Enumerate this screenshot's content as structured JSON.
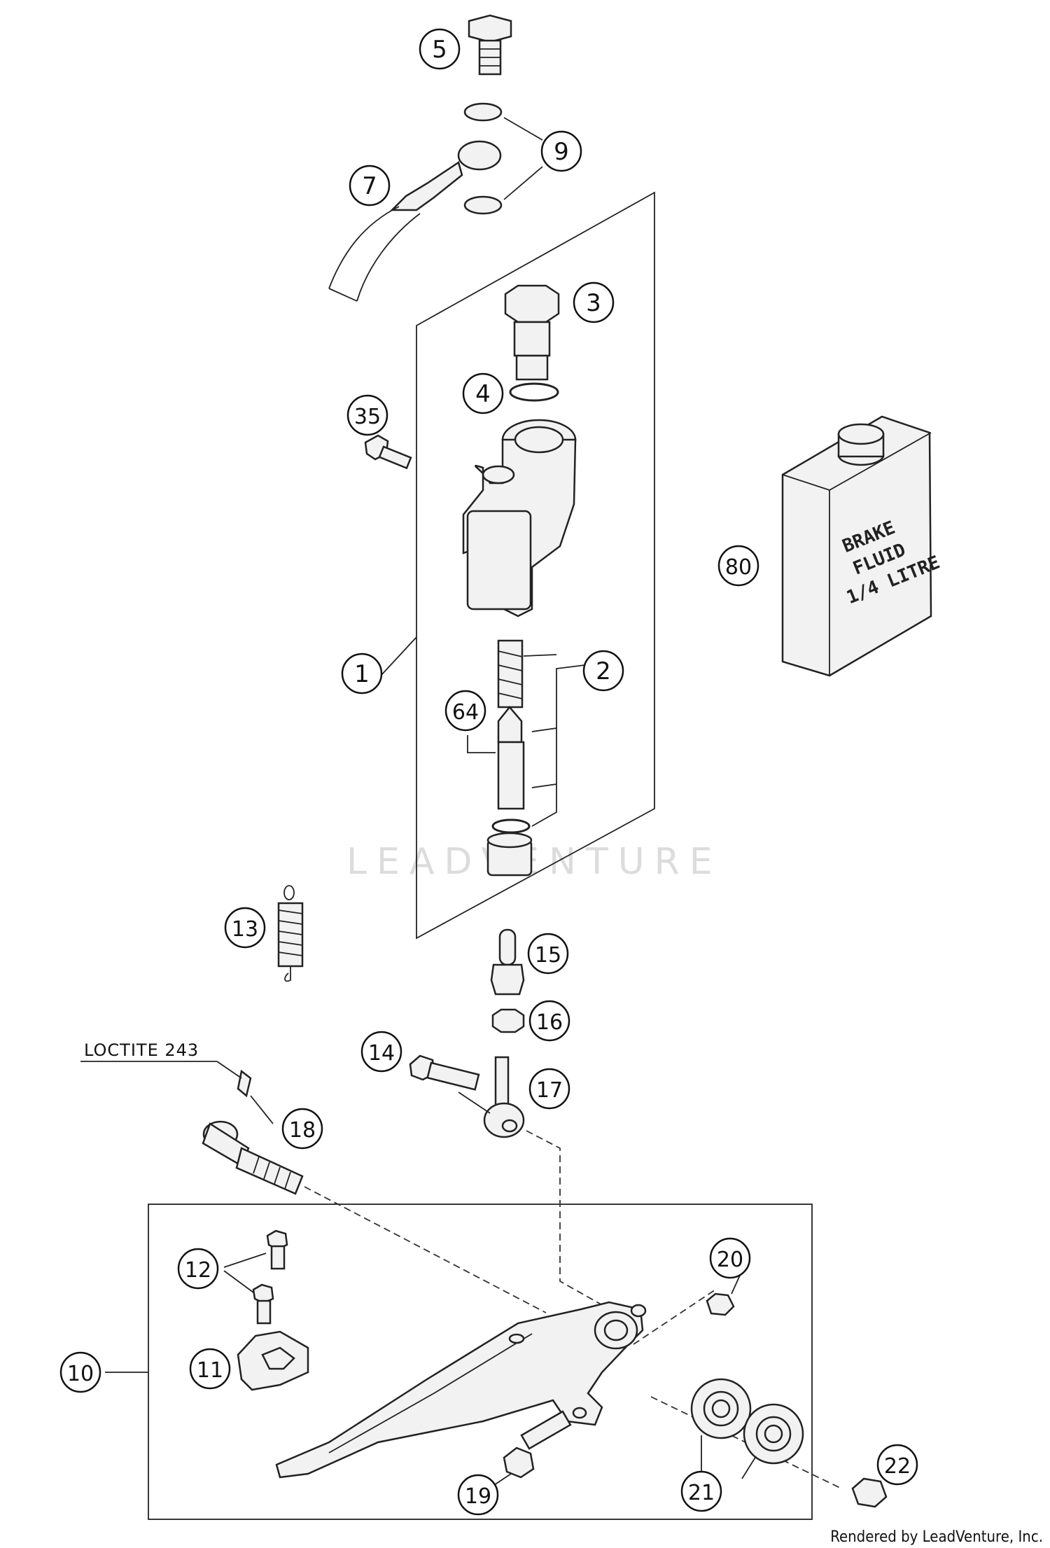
{
  "callouts": {
    "c5": "5",
    "c9": "9",
    "c7": "7",
    "c3": "3",
    "c4": "4",
    "c35": "35",
    "c80": "80",
    "c1": "1",
    "c2": "2",
    "c64": "64",
    "c13": "13",
    "c15": "15",
    "c16": "16",
    "c14": "14",
    "c17": "17",
    "c18": "18",
    "c12": "12",
    "c20": "20",
    "c10": "10",
    "c11": "11",
    "c19": "19",
    "c21": "21",
    "c22": "22"
  },
  "notes": {
    "loctite": "LOCTITE 243"
  },
  "fluid_label": {
    "line1": "BRAKE",
    "line2": "FLUID",
    "line3": "1/4 LITRE"
  },
  "watermark": "LEADVENTURE",
  "credit": "Rendered by LeadVenture, Inc."
}
